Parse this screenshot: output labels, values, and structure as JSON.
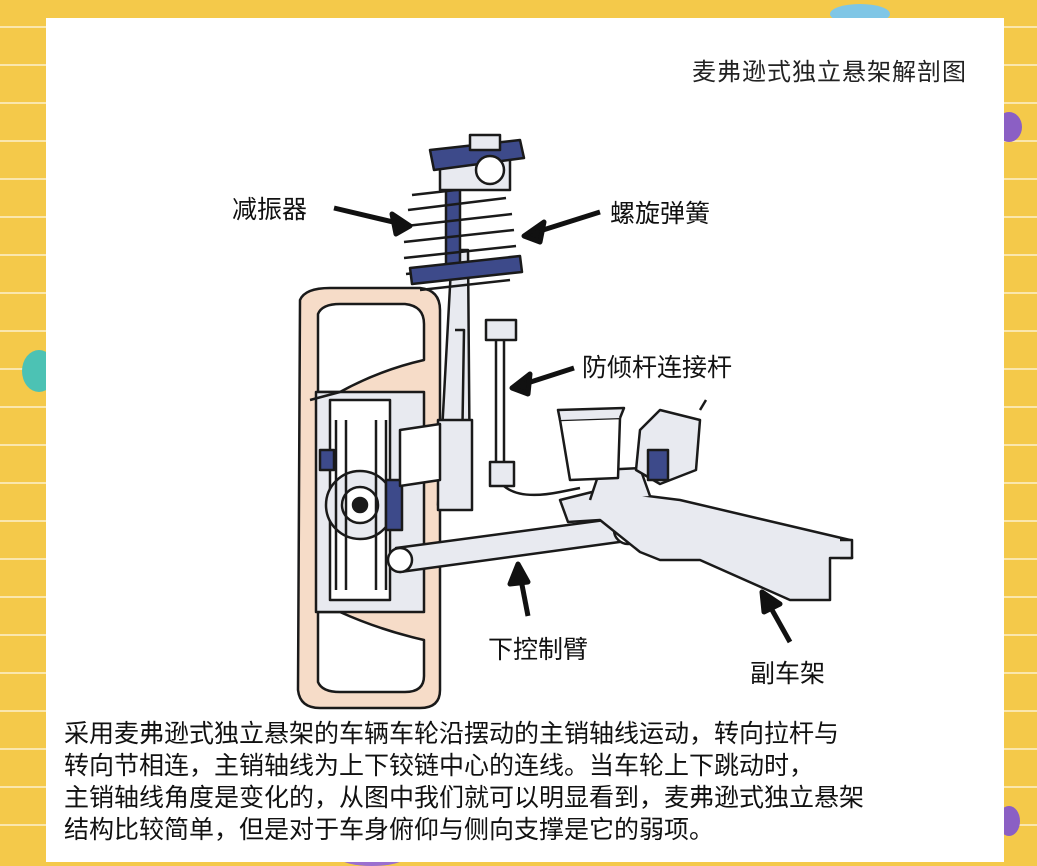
{
  "title": "麦弗逊式独立悬架解剖图",
  "labels": {
    "shock_absorber": "减振器",
    "coil_spring": "螺旋弹簧",
    "stabilizer_link": "防倾杆连接杆",
    "lower_control_arm": "下控制臂",
    "subframe": "副车架"
  },
  "description": [
    "采用麦弗逊式独立悬架的车辆车轮沿摆动的主销轴线运动，转向拉杆与",
    "转向节相连，主销轴线为上下铰链中心的连线。当车轮上下跳动时，",
    "主销轴线角度是变化的，从图中我们就可以明显看到，麦弗逊式独立悬架",
    "结构比较简单，但是对于车身俯仰与侧向支撑是它的弱项。"
  ],
  "colors": {
    "background": "#f4c94a",
    "card": "#ffffff",
    "tire_fill": "#f6dcc8",
    "metal_fill": "#e8eaf0",
    "dark_part": "#3d4a8a",
    "outline": "#1a1a1a"
  }
}
